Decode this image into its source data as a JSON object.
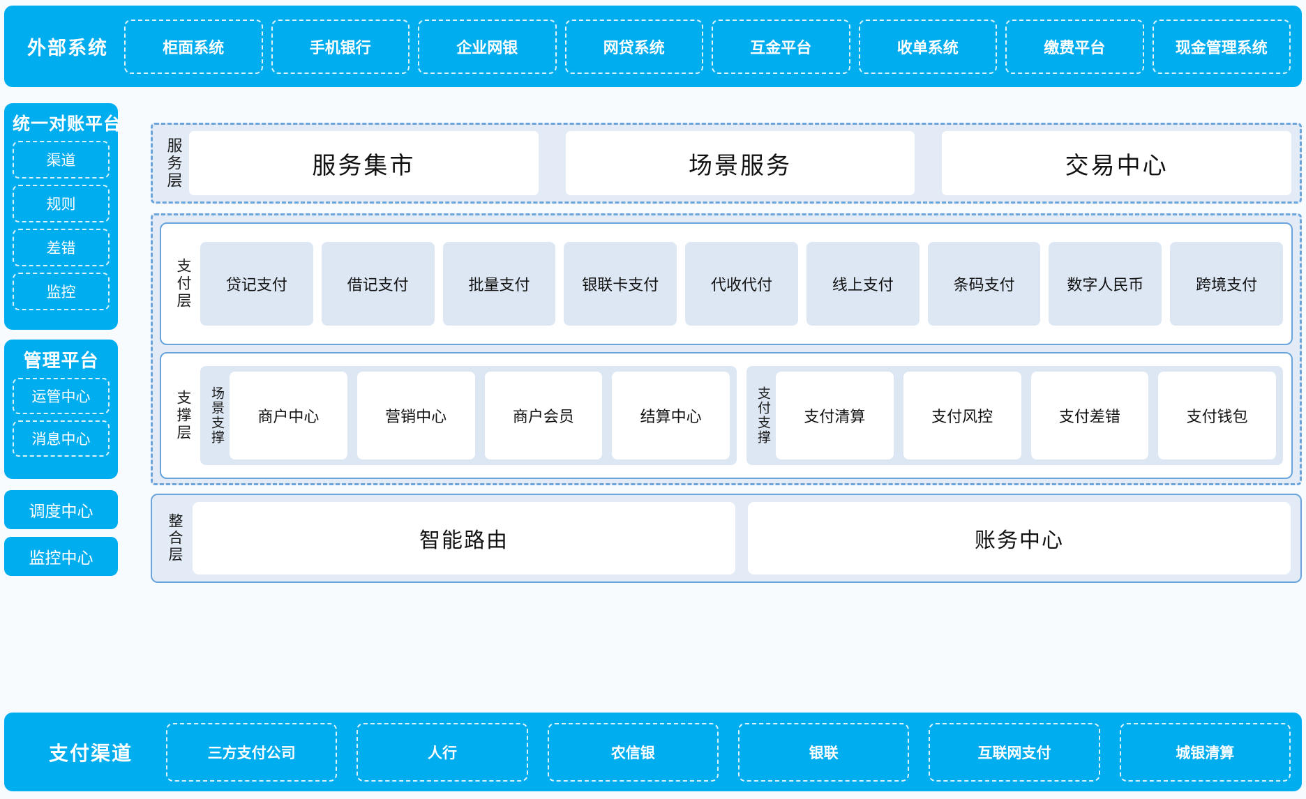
{
  "colors": {
    "brand_cyan": "#00ADEF",
    "panel_light_blue": "#e2ebf6",
    "cell_blue": "#dde7f4",
    "border_blue": "#6AA4DC",
    "page_bg": "#f7fbfd",
    "white": "#ffffff"
  },
  "external_systems": {
    "title": "外部系统",
    "items": [
      "柜面系统",
      "手机银行",
      "企业网银",
      "网贷系统",
      "互金平台",
      "收单系统",
      "缴费平台",
      "现金管理系统"
    ]
  },
  "sidebar": {
    "reconciliation_platform": {
      "title": "统一对账平台",
      "items": [
        "渠道",
        "规则",
        "差错",
        "监控"
      ]
    },
    "management_platform": {
      "title": "管理平台",
      "items": [
        "运管中心",
        "消息中心"
      ]
    },
    "standalone_blocks": [
      "调度中心",
      "监控中心"
    ]
  },
  "service_layer": {
    "label": "服务层",
    "items": [
      "服务集市",
      "场景服务",
      "交易中心"
    ]
  },
  "payment_layer": {
    "label": "支付层",
    "items": [
      "贷记支付",
      "借记支付",
      "批量支付",
      "银联卡支付",
      "代收代付",
      "线上支付",
      "条码支付",
      "数字人民币",
      "跨境支付"
    ]
  },
  "support_layer": {
    "label": "支撑层",
    "groups": [
      {
        "name": "场景支撑",
        "items": [
          "商户中心",
          "营销中心",
          "商户会员",
          "结算中心"
        ]
      },
      {
        "name": "支付支撑",
        "items": [
          "支付清算",
          "支付风控",
          "支付差错",
          "支付钱包"
        ]
      }
    ]
  },
  "integration_layer": {
    "label": "整合层",
    "items": [
      "智能路由",
      "账务中心"
    ]
  },
  "payment_channels": {
    "title": "支付渠道",
    "items": [
      "三方支付公司",
      "人行",
      "农信银",
      "银联",
      "互联网支付",
      "城银清算"
    ]
  }
}
